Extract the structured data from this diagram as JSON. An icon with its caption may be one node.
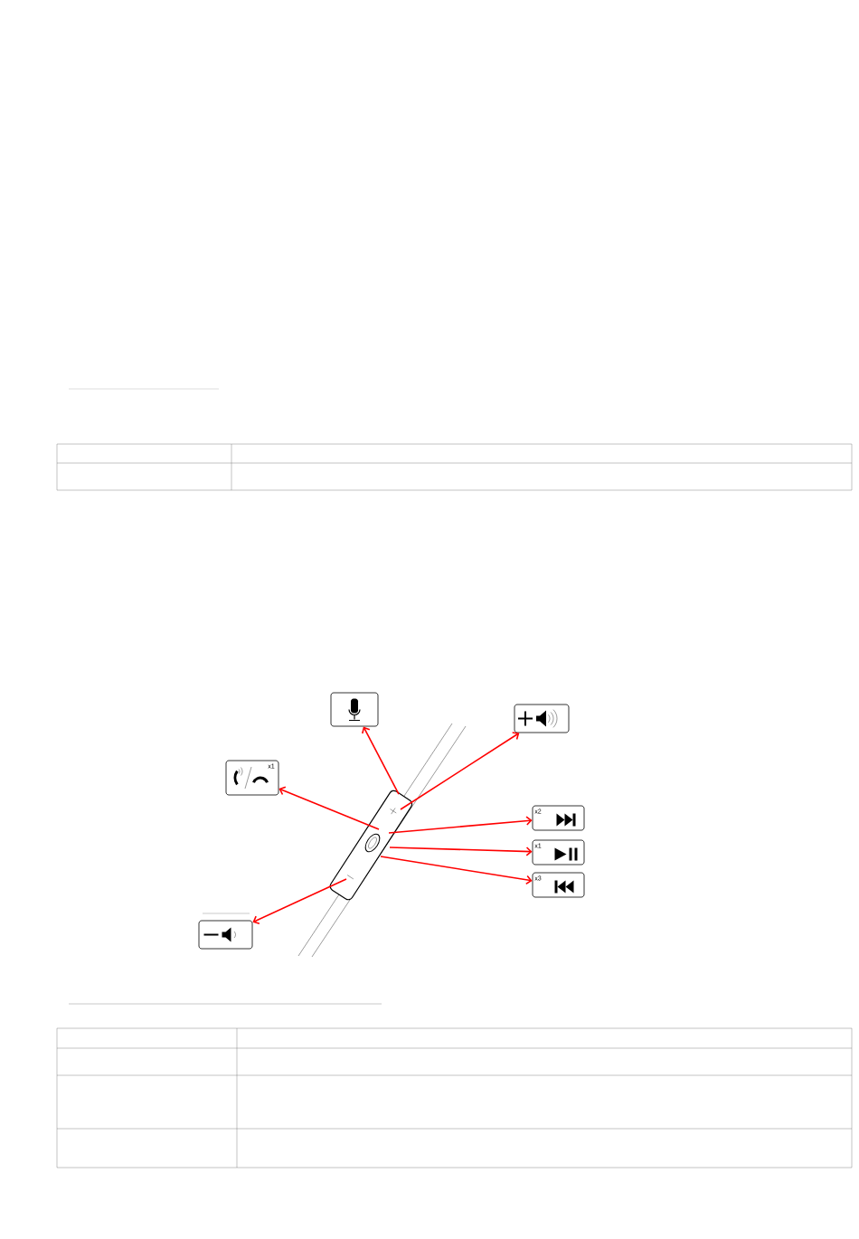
{
  "diagram": {
    "nodes": [
      {
        "text": [],
        "shape": "box"
      },
      {
        "text": [],
        "shape": "box"
      },
      {
        "text": [
          "x1"
        ]
      },
      {
        "text": [
          "x2"
        ]
      },
      {
        "text": [
          "x1"
        ]
      },
      {
        "text": [
          "x3"
        ]
      },
      {
        "text": [],
        "shape": "box"
      }
    ],
    "edges": [
      {
        "from": null,
        "to": 0,
        "arrow": "to"
      },
      {
        "from": null,
        "to": 1,
        "arrow": "to"
      },
      {
        "from": null,
        "to": 2,
        "arrow": "to"
      },
      {
        "from": null,
        "to": 3,
        "arrow": "to"
      },
      {
        "from": null,
        "to": 4,
        "arrow": "to"
      },
      {
        "from": null,
        "to": 5,
        "arrow": "to"
      },
      {
        "from": null,
        "to": 6,
        "arrow": "to"
      }
    ]
  }
}
